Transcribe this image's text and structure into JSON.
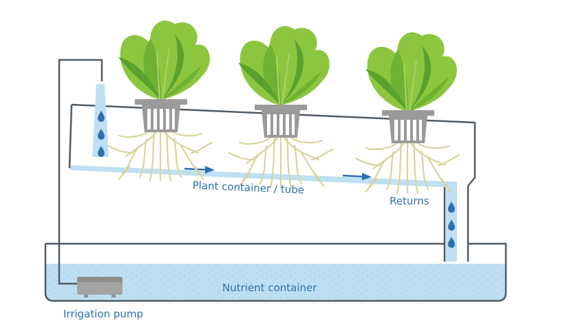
{
  "labels": {
    "plant_container": "Plant container / tube",
    "returns": "Returns",
    "nutrient_container": "Nutrient container",
    "irrigation_pump": "Irrigation pump"
  },
  "colors": {
    "outline": "#505a63",
    "water": "#bfe0f3",
    "water_speckle": "#8fbedc",
    "drop": "#2f6fb0",
    "label": "#2f6fb0",
    "leaf_light": "#8cc63f",
    "leaf_dark": "#5aa02c",
    "pot": "#9a9a9a",
    "root": "#d8d49a",
    "pump": "#9d9d9d"
  },
  "icons": [
    "lettuce-plant-icon",
    "net-pot-icon",
    "water-drop-icon",
    "flow-arrow-icon",
    "pump-icon"
  ]
}
